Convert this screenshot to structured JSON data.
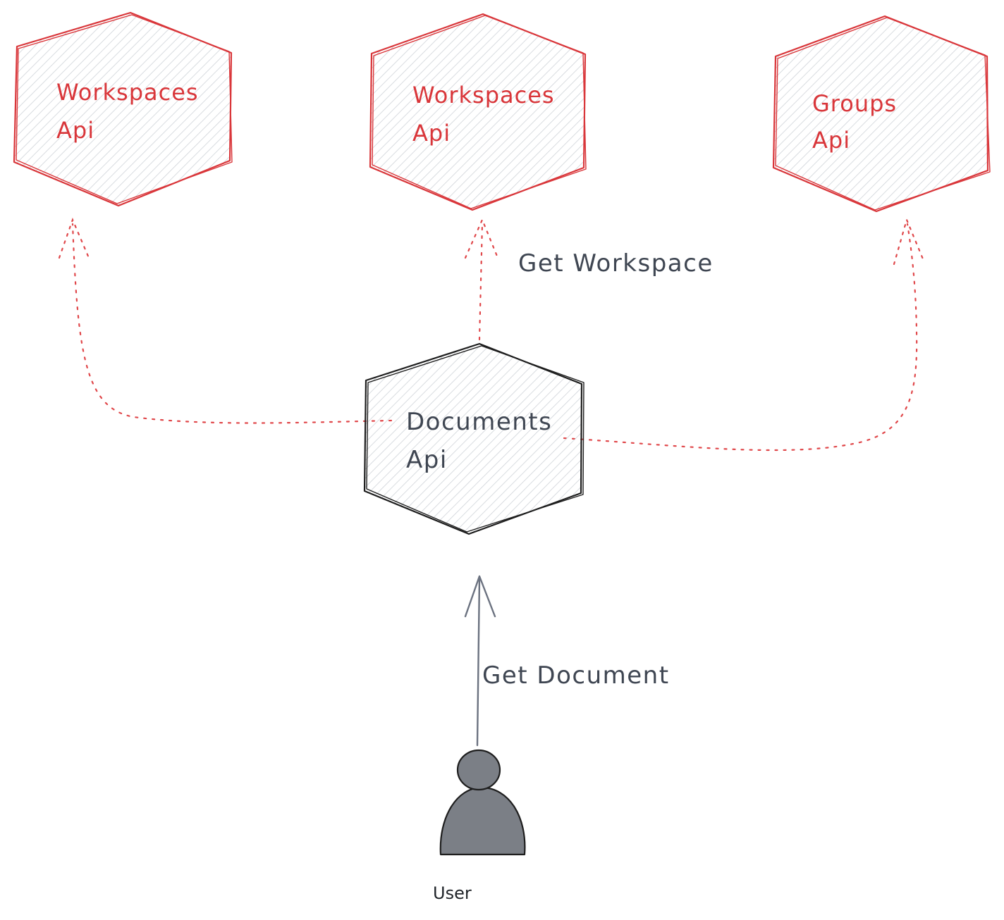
{
  "nodes": {
    "workspaces_left": {
      "line1": "Workspaces",
      "line2": "Api"
    },
    "workspaces_center": {
      "line1": "Workspaces",
      "line2": "Api"
    },
    "groups": {
      "line1": "Groups",
      "line2": "Api"
    },
    "documents": {
      "line1": "Documents",
      "line2": "Api"
    }
  },
  "edges": {
    "get_workspace": "Get Workspace",
    "get_document": "Get Document"
  },
  "actor": {
    "label": "User"
  },
  "colors": {
    "external_service": "#d9363a",
    "core_service": "#1e1e1e",
    "dashed_arrow": "#e0474a",
    "solid_arrow": "#6b7280",
    "actor_fill": "#7b7f86",
    "hatch": "#cfd3d8"
  }
}
